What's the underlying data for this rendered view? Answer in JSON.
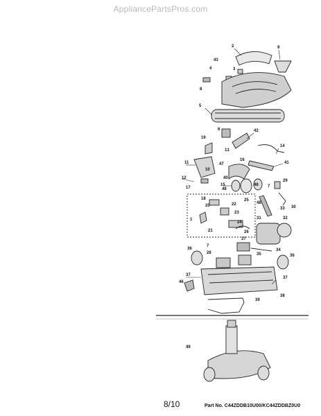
{
  "watermark": "AppliancePartsPros.com",
  "callouts": [
    "2",
    "9",
    "3",
    "43",
    "4",
    "8",
    "5",
    "6",
    "42",
    "19",
    "13",
    "14",
    "11",
    "10",
    "41",
    "47",
    "12",
    "46",
    "15",
    "48",
    "7",
    "29",
    "17",
    "18",
    "20",
    "22",
    "25",
    "23",
    "1",
    "24",
    "21",
    "26",
    "33",
    "30",
    "32",
    "31",
    "27",
    "34",
    "36",
    "28",
    "35",
    "37",
    "46b",
    "37b",
    "38",
    "39",
    "49"
  ],
  "callout_labels": {
    "c2": "2",
    "c9": "9",
    "c3": "3",
    "c43": "43",
    "c4": "4",
    "c8": "8",
    "c5": "5",
    "c6": "6",
    "c42": "42",
    "c19": "19",
    "c13": "13",
    "c14": "14",
    "c11": "11",
    "c10": "10",
    "c41": "41",
    "c47": "47",
    "c12": "12",
    "c40": "40",
    "c15": "15",
    "c48a": "48",
    "c48b": "48",
    "c7a": "7",
    "c29": "29",
    "c17": "17",
    "c18": "18",
    "c20": "20",
    "c22": "22",
    "c25": "25",
    "c23": "23",
    "c1": "1",
    "c24": "24",
    "c21": "21",
    "c26": "26",
    "c33": "33",
    "c30": "30",
    "c32": "32",
    "c31": "31",
    "c27": "27",
    "c34": "34",
    "c36a": "36",
    "c36b": "36",
    "c7b": "7",
    "c28": "28",
    "c35": "35",
    "c37a": "37",
    "c37b": "37",
    "c38": "38",
    "c39": "39",
    "c46": "46",
    "c49": "49",
    "c16": "16",
    "c48c": "48"
  },
  "footer": {
    "page": "8/10",
    "part": "Part No. C44ZDDB10U00/KC44ZDDBZ0U0"
  }
}
